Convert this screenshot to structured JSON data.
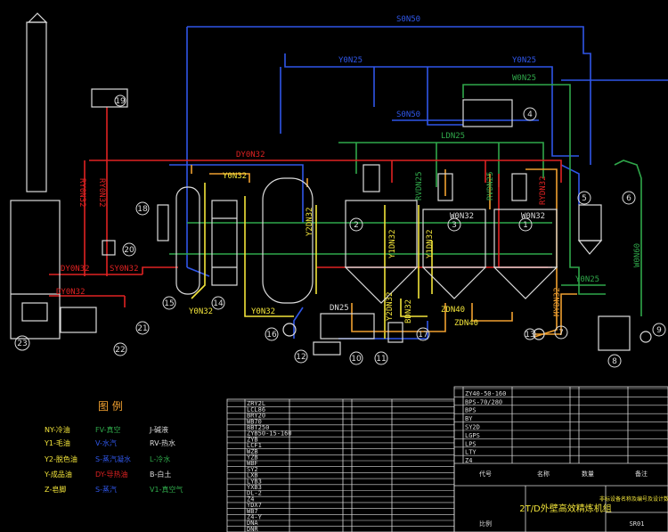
{
  "colors": {
    "background": "#000000",
    "blue": "#2f56e8",
    "red": "#e02222",
    "green": "#2fa74a",
    "yellow": "#f2e43a",
    "white": "#dcdcdc",
    "orange": "#f0a030",
    "magenta": "#d040d0",
    "cyan": "#3ad0e0"
  },
  "pipe_labels": {
    "top_blue": "S0N50",
    "blue_mid": "Y0N25",
    "blue_right": "Y0N25",
    "green_right": "W0N25",
    "blue_lower": "S0N50",
    "red_top": "DY0N32",
    "red_vertical_1": "RY0N32",
    "red_vertical_2": "RY0N32",
    "red_left_1": "DY0N32",
    "red_left_2": "SY0N32",
    "red_left_3": "DY0N32",
    "yellow_1": "Y0N32",
    "yellow_2": "Y0N32",
    "yellow_3": "Y2DN32",
    "yellow_4": "Y1DN32",
    "yellow_5": "Y1DN32",
    "yellow_6": "Y0N32",
    "green_mid": "LDN25",
    "green_tank3": "RVDN25",
    "green_tank4": "RVDN25",
    "white_tank3": "W0N32",
    "white_tank4": "W0N32",
    "red_tank4": "RYDN32",
    "orange_right": "MYDN32",
    "green_lower": "Y0N25",
    "green_far_right": "W0N60",
    "pump_label": "Y2DN32",
    "zdn40_1": "ZDN40",
    "zdn40_2": "ZDN40",
    "bdn32": "BDN32",
    "dn25": "DN25"
  },
  "equipment_numbers": [
    "1",
    "2",
    "3",
    "4",
    "5",
    "6",
    "7",
    "8",
    "9",
    "10",
    "11",
    "12",
    "13",
    "14",
    "15",
    "16",
    "17",
    "18",
    "19",
    "20",
    "21",
    "22",
    "23"
  ],
  "legend": {
    "title": "图 例",
    "items": [
      {
        "code": "NY-冷油",
        "color": "#f2e43a"
      },
      {
        "code": "FV-真空",
        "color": "#2fa74a"
      },
      {
        "code": "J-碱液",
        "color": "#dcdcdc"
      },
      {
        "code": "Y1-毛油",
        "color": "#f2e43a"
      },
      {
        "code": "V-水汽",
        "color": "#2f56e8"
      },
      {
        "code": "RV-热水",
        "color": "#dcdcdc"
      },
      {
        "code": "Y2-脱色油",
        "color": "#f2e43a"
      },
      {
        "code": "S-蒸汽凝水",
        "color": "#2f56e8"
      },
      {
        "code": "L-冷水",
        "color": "#2fa74a"
      },
      {
        "code": "Y-成品油",
        "color": "#f2e43a"
      },
      {
        "code": "DY-导热油",
        "color": "#e02222"
      },
      {
        "code": "B-白土",
        "color": "#dcdcdc"
      },
      {
        "code": "Z-皂脚",
        "color": "#f2e43a"
      },
      {
        "code": "S-蒸汽",
        "color": "#2f56e8"
      },
      {
        "code": "V1-真空气",
        "color": "#2fa74a"
      }
    ]
  },
  "parts_table_left": [
    "ZRY2L",
    "LCL86",
    "BRY20",
    "WB70",
    "BBT250",
    "ZYB50-15-160",
    "ZYB",
    "LCF1",
    "WZB",
    "YZB",
    "WBF",
    "SY2",
    "LXB",
    "LYB3",
    "YXB3",
    "DL-2",
    "Z4",
    "YDX7",
    "WB7",
    "Z4-Y",
    "DNA",
    "DNR"
  ],
  "parts_table_right": [
    "ZY40-50-160",
    "BPS-70/280",
    "BPS",
    "BY",
    "SY2D",
    "LGPS",
    "LPS",
    "LTY",
    "Z4"
  ],
  "title_block": {
    "title": "2T/D外壁高效精炼机组",
    "subtitle": "非标设备名称及编号及设计数据",
    "col_code": "代号",
    "col_name": "名称",
    "col_qty": "数量",
    "col_note": "备注",
    "scale": "比例",
    "sheet": "SR01"
  }
}
